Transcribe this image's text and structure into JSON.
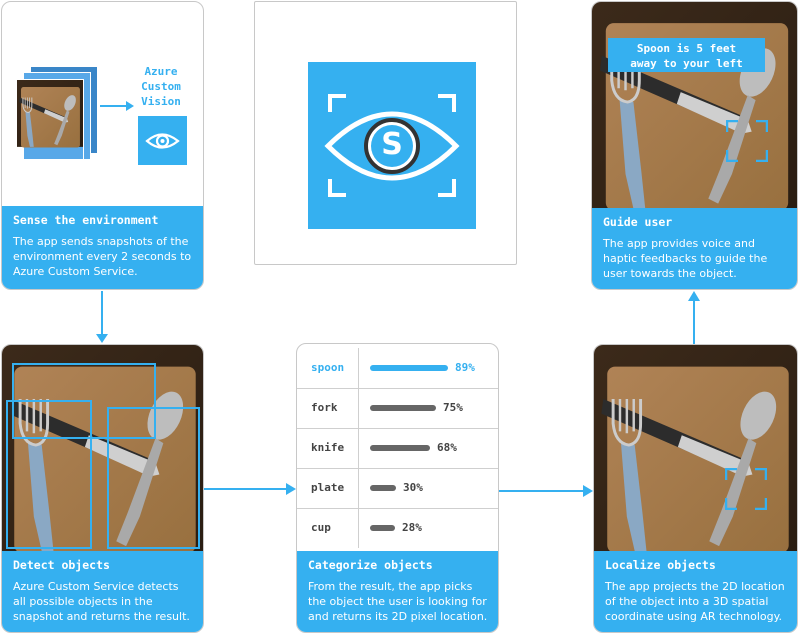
{
  "colors": {
    "accent": "#35b0f0",
    "bar_default": "#666666",
    "text_dark": "#444444"
  },
  "azure_label": "Azure\nCustom\nVision",
  "logo": {
    "letter": "S"
  },
  "steps": {
    "sense": {
      "title": "Sense the environment",
      "description": "The app sends snapshots of the environment every 2 seconds to Azure Custom Service."
    },
    "guide": {
      "title": "Guide user",
      "description": "The app provides voice and haptic feedbacks to guide the user towards the object.",
      "speech": "Spoon is 5 feet\naway to your left"
    },
    "detect": {
      "title": "Detect objects",
      "description": "Azure Custom Service detects all possible objects in the snapshot and returns the result."
    },
    "categorize": {
      "title": "Categorize objects",
      "description": "From the result, the app picks the object the user is looking for and returns its 2D pixel location.",
      "items": [
        {
          "label": "spoon",
          "percent": 89,
          "pct_text": "89%",
          "highlight": true
        },
        {
          "label": "fork",
          "percent": 75,
          "pct_text": "75%",
          "highlight": false
        },
        {
          "label": "knife",
          "percent": 68,
          "pct_text": "68%",
          "highlight": false
        },
        {
          "label": "plate",
          "percent": 30,
          "pct_text": "30%",
          "highlight": false
        },
        {
          "label": "cup",
          "percent": 28,
          "pct_text": "28%",
          "highlight": false
        }
      ]
    },
    "localize": {
      "title": "Localize objects",
      "description": "The app projects the 2D location of the object into a 3D spatial coordinate using AR technology."
    }
  }
}
